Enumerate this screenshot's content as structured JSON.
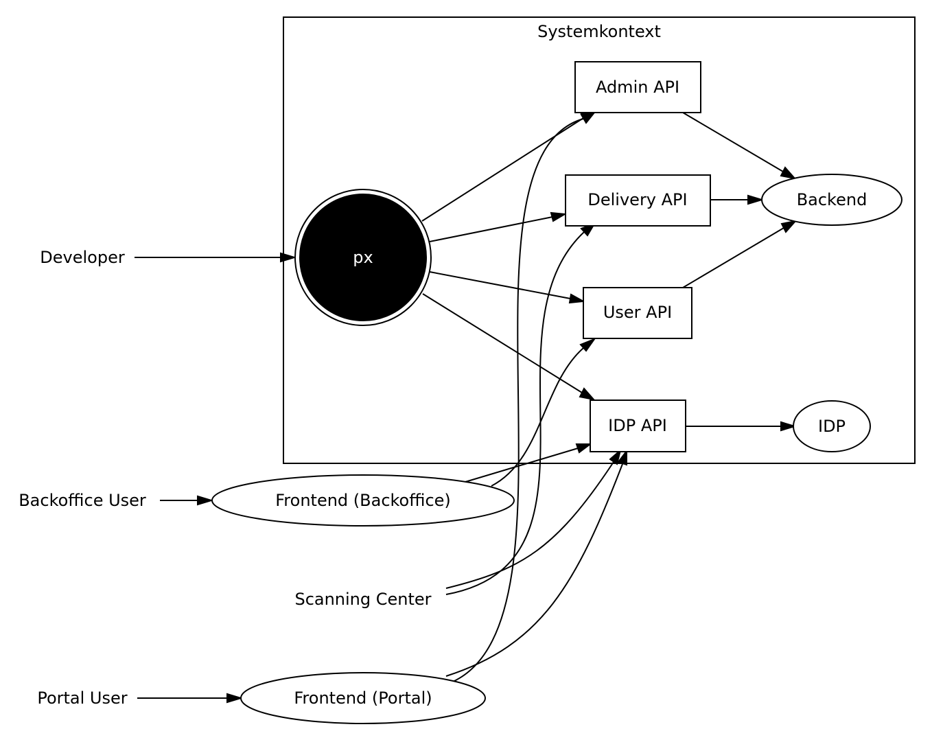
{
  "diagram": {
    "cluster_title": "Systemkontext",
    "nodes": {
      "px": "px",
      "admin_api": "Admin API",
      "delivery_api": "Delivery API",
      "user_api": "User API",
      "idp_api": "IDP API",
      "backend": "Backend",
      "idp": "IDP",
      "developer": "Developer",
      "backoffice_user": "Backoffice User",
      "frontend_backoffice": "Frontend (Backoffice)",
      "scanning_center": "Scanning Center",
      "portal_user": "Portal User",
      "frontend_portal": "Frontend (Portal)"
    },
    "edges": [
      {
        "from": "developer",
        "to": "px"
      },
      {
        "from": "px",
        "to": "admin_api"
      },
      {
        "from": "px",
        "to": "delivery_api"
      },
      {
        "from": "px",
        "to": "user_api"
      },
      {
        "from": "px",
        "to": "idp_api"
      },
      {
        "from": "admin_api",
        "to": "backend"
      },
      {
        "from": "delivery_api",
        "to": "backend"
      },
      {
        "from": "user_api",
        "to": "backend"
      },
      {
        "from": "idp_api",
        "to": "idp"
      },
      {
        "from": "backoffice_user",
        "to": "frontend_backoffice"
      },
      {
        "from": "frontend_backoffice",
        "to": "idp_api"
      },
      {
        "from": "frontend_backoffice",
        "to": "user_api"
      },
      {
        "from": "scanning_center",
        "to": "idp_api"
      },
      {
        "from": "scanning_center",
        "to": "delivery_api"
      },
      {
        "from": "portal_user",
        "to": "frontend_portal"
      },
      {
        "from": "frontend_portal",
        "to": "admin_api"
      },
      {
        "from": "frontend_portal",
        "to": "idp_api"
      }
    ],
    "colors": {
      "px_fill": "#000000",
      "px_text": "#ffffff",
      "stroke": "#000000",
      "background": "#ffffff"
    }
  }
}
